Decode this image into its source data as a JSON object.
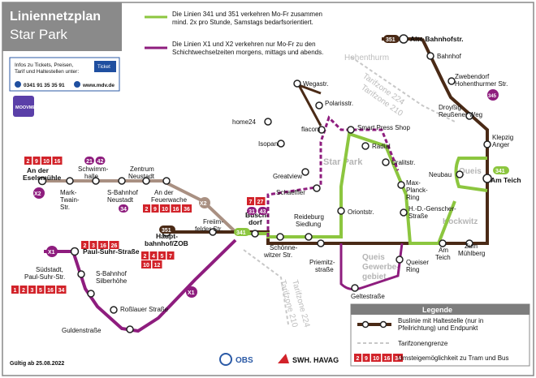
{
  "header": {
    "title": "Liniennetzplan",
    "subtitle": "Star Park"
  },
  "notes": {
    "green_line1": "Die Linien 341 und 351 verkehren Mo-Fr zusammen",
    "green_line2": "mind. 2x pro Stunde, Samstags bedarfsorientiert.",
    "purple_line1": "Die Linien X1 und X2 verkehren nur Mo-Fr zu den",
    "purple_line2": "Schichtwechselzeiten morgens, mittags und abends."
  },
  "info_box": {
    "line1": "Infos zu Tickets, Preisen,",
    "line2": "Tarif und Haltestellen unter:",
    "phone": "0341 91 35 35 91",
    "web": "www.mdv.de",
    "ticket_label": "Ticket",
    "app_label": "MOOVME"
  },
  "zones": {
    "hohenthurm": "Hohenthurm",
    "star_park": "Star Park",
    "queis_gewerbegebiet_1": "Queis",
    "queis_gewerbegebiet_2": "Gewerbe-",
    "queis_gewerbegebiet_3": "gebiet",
    "queis": "Queis",
    "kockwitz": "Kockwitz",
    "tz224_top": "Tarifzone 224",
    "tz210_top": "Tarifzone 210",
    "tz224_bottom": "Tarifzone 224",
    "tz210_bottom": "Tarifzone 210"
  },
  "stops": {
    "an_der_eselsmuehle_1": "An der",
    "an_der_eselsmuehle_2": "Eselsmühle",
    "mark_twain_1": "Mark-",
    "mark_twain_2": "Twain-",
    "mark_twain_3": "Str.",
    "schwimmhalle_1": "Schwimm-",
    "schwimmhalle_2": "halle",
    "s_bahnhof_neustadt_1": "S-Bahnhof",
    "s_bahnhof_neustadt_2": "Neustadt",
    "zentrum_neustadt_1": "Zentrum",
    "zentrum_neustadt_2": "Neustadt",
    "an_der_feuerwache_1": "An der",
    "an_der_feuerwache_2": "Feuerwache",
    "freiimfelder_1": "Freiim-",
    "freiimfelder_2": "felder Str.",
    "hauptbahnhof_1": "Haupt-",
    "hauptbahnhof_2": "bahnhof/ZOB",
    "bueschdorf_1": "Büsch-",
    "bueschdorf_2": "dorf",
    "schoennewitzer_1": "Schönne-",
    "schoennewitzer_2": "witzer Str.",
    "reideburg_1": "Reideburg",
    "reideburg_2": "Siedlung",
    "oriontstr": "Oriontstr.",
    "priemitzstrasse_1": "Priemitz-",
    "priemitzstrasse_2": "straße",
    "geltestrasse": "Geltestraße",
    "queiser_ring_1": "Queiser",
    "queiser_ring_2": "Ring",
    "am_teich_bottom_1": "Am",
    "am_teich_bottom_2": "Teich",
    "zum_muehlberg_1": "Zum",
    "zum_muehlberg_2": "Mühlberg",
    "hd_genscher_1": "H.-D.-Genscher-",
    "hd_genscher_2": "Straße",
    "max_planck_1": "Max-",
    "max_planck_2": "Planck-",
    "max_planck_3": "Ring",
    "uralitstr": "Uralitstr.",
    "radial": "Radial",
    "smart_press_shop": "Smart Press Shop",
    "schaeffler": "Schaeffler",
    "greatview": "Greatview",
    "isopan": "Isopan",
    "flaconi": "flaconi",
    "home24": "home24",
    "polarisstr": "Polarisstr.",
    "wegastr": "Wegastr.",
    "alte_bahnhofstr": "Alte Bahnhofstr.",
    "s_bahnhof_hohenthurm": "Bahnhof",
    "zwebendorf_1": "Zwebendorf",
    "zwebendorf_2": "Hohenthurmer Str.",
    "drossig_1": "Droyßig",
    "drossig_2": "Reußener Weg",
    "kleinpig_1": "Klepzig",
    "kleinpig_2": "Anger",
    "neubau": "Neubau",
    "am_teich_right": "Am Teich",
    "paul_suhr": "Paul-Suhr-Straße",
    "suedstadt_1": "Südstadt,",
    "suedstadt_2": "Paul-Suhr-Str.",
    "s_bahnhof_silberhoehe_1": "S-Bahnhof",
    "s_bahnhof_silberhoehe_2": "Silberhöhe",
    "rosslauer": "Roßlauer Straße",
    "guldenstrasse": "Guldenstraße"
  },
  "line_badges": {
    "l341": "341",
    "l351": "351",
    "x1": "X1",
    "x2": "X2",
    "l345": "345"
  },
  "transfers": {
    "eselsmuehle": [
      "2",
      "9",
      "10",
      "16"
    ],
    "schwimmhalle": [
      "21",
      "42"
    ],
    "neustadt": [
      "34"
    ],
    "feuerwache": [
      "2",
      "9",
      "10",
      "16",
      "36"
    ],
    "bueschdorf_top": [
      "7",
      "27"
    ],
    "bueschdorf_bottom": [
      "31",
      "43"
    ],
    "hbf_row1": [
      "2",
      "4",
      "5",
      "7"
    ],
    "hbf_row2": [
      "10",
      "12"
    ],
    "paul_suhr": [
      "2",
      "3",
      "16",
      "26"
    ],
    "suedstadt": [
      "1",
      "2",
      "3",
      "5",
      "16",
      "34"
    ]
  },
  "legend": {
    "title": "Legende",
    "item1_line1": "Buslinie mit Haltestelle (nur in",
    "item1_line2": "Pfeilrichtung) und Endpunkt",
    "item2": "Tarifzonengrenze",
    "item3": "Umsteigemöglichkeit zu Tram und Bus",
    "item3_badges": [
      "2",
      "9",
      "10",
      "16",
      "34"
    ]
  },
  "footer": {
    "validity": "Gültig ab 25.08.2022",
    "obs": "OBS",
    "havag": "SWH. HAVAG"
  },
  "colors": {
    "green": "#8cc63f",
    "purple": "#8e1d7e",
    "brown": "#4a2a16",
    "tram_red": "#d2232a",
    "header_gray": "#8a8a8a",
    "grid_line": "#c8c8c8"
  }
}
